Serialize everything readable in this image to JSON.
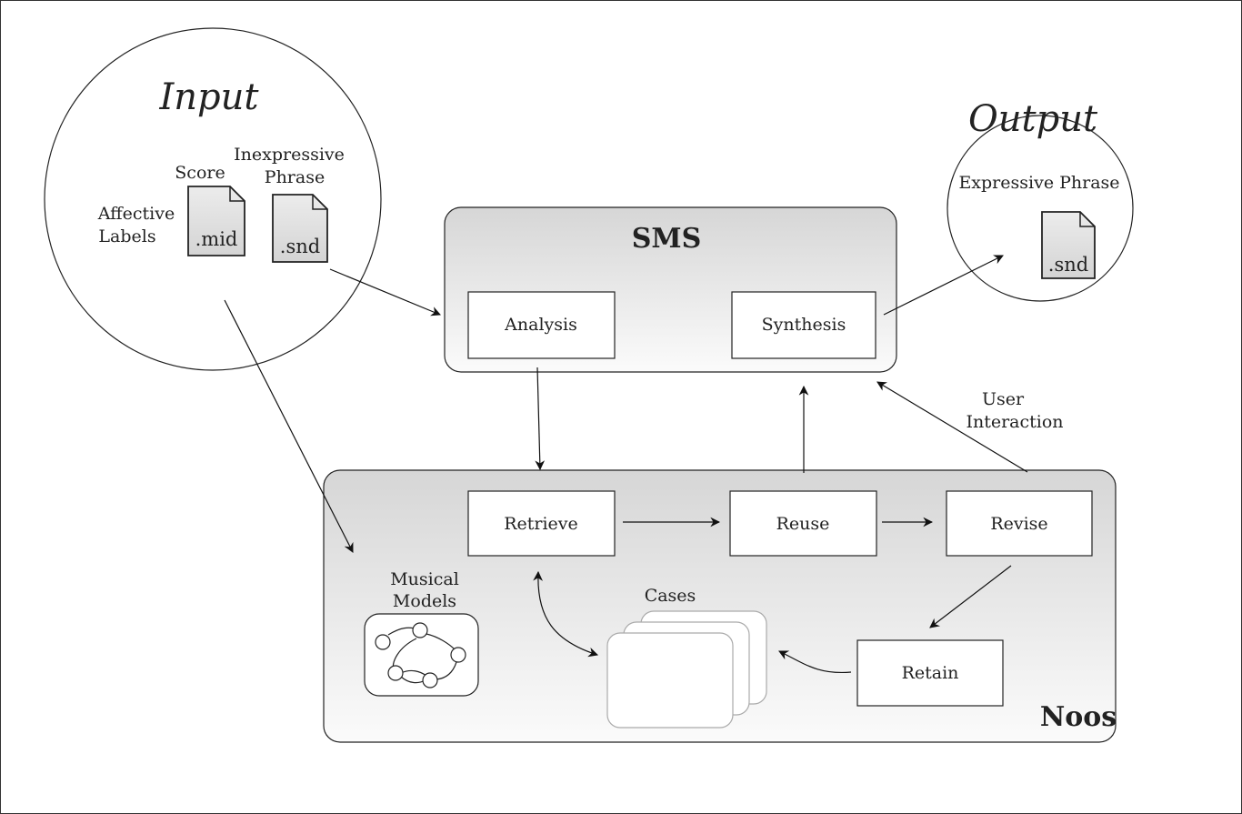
{
  "input": {
    "title": "Input",
    "score_label": "Score",
    "inexpressive_label_1": "Inexpressive",
    "inexpressive_label_2": "Phrase",
    "affective_label_1": "Affective",
    "affective_label_2": "Labels",
    "score_file_ext": ".mid",
    "phrase_file_ext": ".snd"
  },
  "output": {
    "title": "Output",
    "label": "Expressive Phrase",
    "file_ext": ".snd"
  },
  "sms": {
    "title": "SMS",
    "analysis": "Analysis",
    "synthesis": "Synthesis"
  },
  "noos": {
    "title": "Noos",
    "retrieve": "Retrieve",
    "reuse": "Reuse",
    "revise": "Revise",
    "retain": "Retain",
    "cases": "Cases",
    "musical_models_1": "Musical",
    "musical_models_2": "Models"
  },
  "user_interaction_1": "User",
  "user_interaction_2": "Interaction"
}
